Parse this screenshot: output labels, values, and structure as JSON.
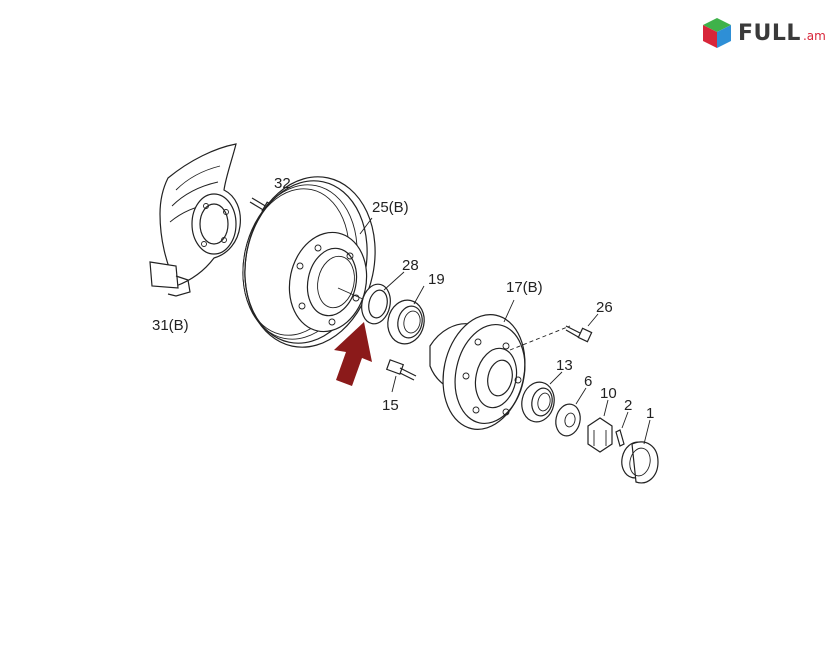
{
  "logo": {
    "text": "FULL",
    "suffix": ".am"
  },
  "labels": {
    "p32": "32",
    "p25": "25(B)",
    "p28": "28",
    "p19": "19",
    "p17": "17(B)",
    "p26": "26",
    "p31": "31(B)",
    "p13": "13",
    "p15": "15",
    "p6": "6",
    "p10": "10",
    "p2": "2",
    "p1": "1"
  },
  "colors": {
    "arrow": "#8b1a1a",
    "line": "#222222"
  }
}
